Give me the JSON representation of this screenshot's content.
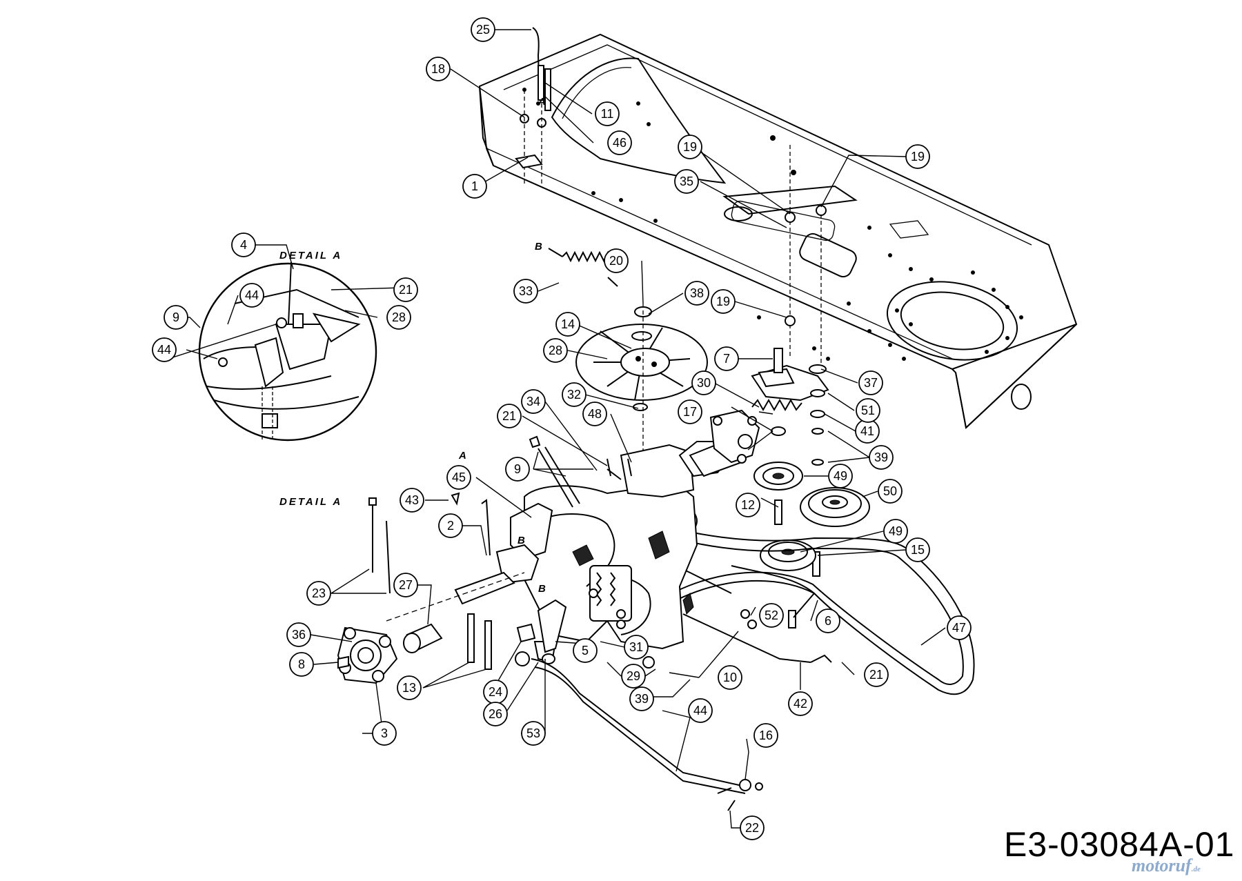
{
  "drawing": {
    "code": "E3-03084A-01",
    "watermark": "motoruf",
    "watermark_suffix": ".de"
  },
  "labels": {
    "detail_a_top": "DETAIL A",
    "detail_a_left": "DETAIL A",
    "ref_a_top": "A",
    "ref_a_mid": "A",
    "ref_b_spring": "B",
    "ref_b_mid": "B",
    "ref_b_lower": "B"
  },
  "callouts": [
    {
      "n": "1"
    },
    {
      "n": "2"
    },
    {
      "n": "3"
    },
    {
      "n": "4"
    },
    {
      "n": "5"
    },
    {
      "n": "6"
    },
    {
      "n": "7"
    },
    {
      "n": "8"
    },
    {
      "n": "9"
    },
    {
      "n": "9"
    },
    {
      "n": "10"
    },
    {
      "n": "11"
    },
    {
      "n": "12"
    },
    {
      "n": "13"
    },
    {
      "n": "14"
    },
    {
      "n": "15"
    },
    {
      "n": "16"
    },
    {
      "n": "17"
    },
    {
      "n": "18"
    },
    {
      "n": "19"
    },
    {
      "n": "19"
    },
    {
      "n": "19"
    },
    {
      "n": "20"
    },
    {
      "n": "21"
    },
    {
      "n": "21"
    },
    {
      "n": "21"
    },
    {
      "n": "22"
    },
    {
      "n": "23"
    },
    {
      "n": "24"
    },
    {
      "n": "25"
    },
    {
      "n": "26"
    },
    {
      "n": "27"
    },
    {
      "n": "28"
    },
    {
      "n": "28"
    },
    {
      "n": "29"
    },
    {
      "n": "30"
    },
    {
      "n": "31"
    },
    {
      "n": "32"
    },
    {
      "n": "33"
    },
    {
      "n": "34"
    },
    {
      "n": "35"
    },
    {
      "n": "36"
    },
    {
      "n": "37"
    },
    {
      "n": "38"
    },
    {
      "n": "39"
    },
    {
      "n": "39"
    },
    {
      "n": "41"
    },
    {
      "n": "42"
    },
    {
      "n": "43"
    },
    {
      "n": "44"
    },
    {
      "n": "44"
    },
    {
      "n": "44"
    },
    {
      "n": "45"
    },
    {
      "n": "46"
    },
    {
      "n": "47"
    },
    {
      "n": "48"
    },
    {
      "n": "49"
    },
    {
      "n": "49"
    },
    {
      "n": "50"
    },
    {
      "n": "51"
    },
    {
      "n": "52"
    },
    {
      "n": "53"
    }
  ]
}
